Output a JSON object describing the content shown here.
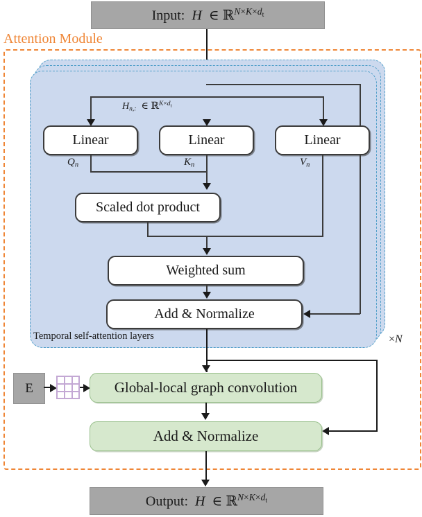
{
  "diagram": {
    "title": "Attention Module architecture",
    "module_label": "Attention Module",
    "accent_color": "#ef8636",
    "panel_color": "#ccd9ee",
    "panel_border_color": "#4f9ec9",
    "green_color": "#d6e8cd",
    "gray_color": "#a6a6a6"
  },
  "io": {
    "input_prefix": "Input:",
    "output_prefix": "Output:",
    "tensor_var": "H",
    "in_symbol": "∈",
    "reals": "ℝ",
    "tensor_shape_sup": "N×K×d",
    "tensor_shape_sub": "t",
    "input_full": "Input: H ∈ ℝ^{N×K×d_t}",
    "output_full": "Output: H ∈ ℝ^{N×K×d_t}"
  },
  "attention": {
    "panel_caption": "Temporal self-attention layers",
    "repeat_label": "×N",
    "repeat_times_glyph": "×",
    "repeat_count_var": "N",
    "slice_label_full": "H_{n,:} ∈ ℝ^{K×d_t}",
    "slice_var": "H",
    "slice_sub": "n,:",
    "slice_shape_sup": "K×d",
    "slice_shape_sub": "t",
    "linear_blocks": [
      {
        "label": "Linear",
        "output_var": "Q",
        "output_sub": "n"
      },
      {
        "label": "Linear",
        "output_var": "K",
        "output_sub": "n"
      },
      {
        "label": "Linear",
        "output_var": "V",
        "output_sub": "n"
      }
    ],
    "scaled_dot_product": "Scaled dot product",
    "weighted_sum": "Weighted sum",
    "add_normalize": "Add & Normalize"
  },
  "graph": {
    "embedding_label": "E",
    "adjacency_icon": "grid-matrix-icon",
    "convolution": "Global-local graph convolution",
    "add_normalize": "Add & Normalize"
  }
}
